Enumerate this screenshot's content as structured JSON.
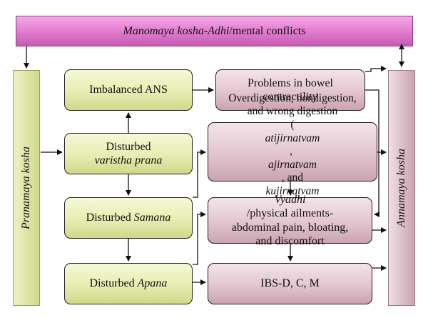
{
  "top_banner": {
    "part1": "Manomaya kosha-Adhi",
    "part2": "/mental conflicts"
  },
  "left_bar": {
    "label": "Pranamaya kosha"
  },
  "right_bar": {
    "label": "Annamaya kosha"
  },
  "left_column": {
    "imbalanced_ans": "Imbalanced ANS",
    "disturbed_varistha": {
      "line1": "Disturbed",
      "line2": "varistha prana"
    },
    "disturbed_samana": {
      "prefix": "Disturbed ",
      "term": "Samana"
    },
    "disturbed_apana": {
      "prefix": "Disturbed ",
      "term": "Apana"
    }
  },
  "right_column": {
    "bowel": {
      "line1": "Problems in bowel",
      "line2": "contractility"
    },
    "digestion": {
      "line1": "Overdigestion, nondigestion,",
      "line2": "and wrong digestion",
      "line3_open": "(",
      "term1": "atijirnatvam",
      "sep1": ", ",
      "term2": "ajirnatvam",
      "sep2": ", and",
      "term3": "kujirnatvam",
      "line4_close": ")"
    },
    "vyadhi": {
      "term": "Vyadhi",
      "line1_rest": "/physical ailments-",
      "line2": "abdominal pain, bloating,",
      "line3": "and discomfort"
    },
    "ibs": "IBS-D, C, M"
  }
}
